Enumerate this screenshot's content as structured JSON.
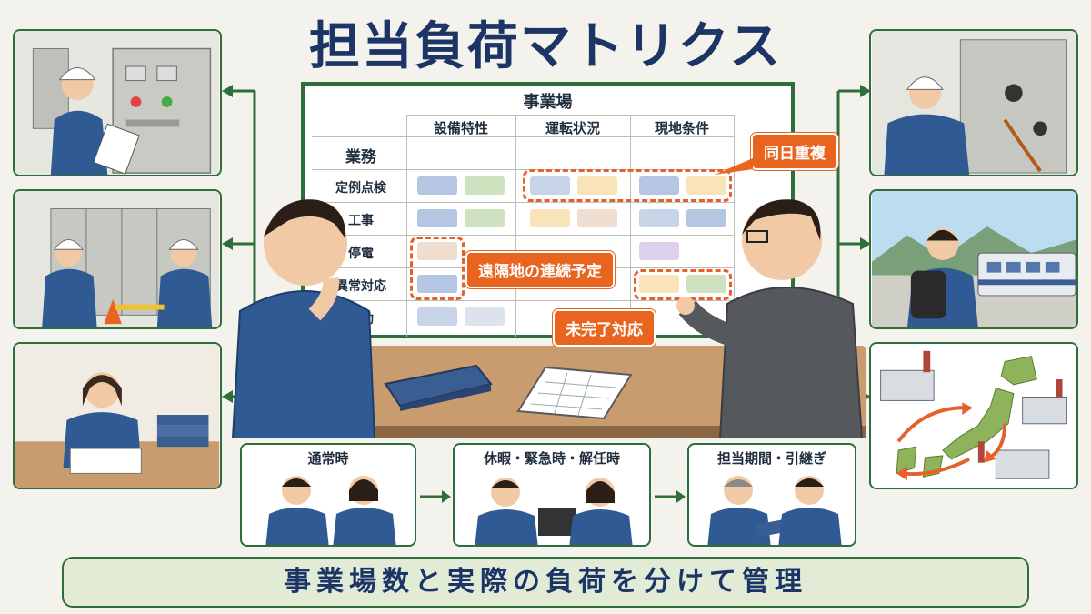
{
  "title": "担当負荷マトリクス",
  "matrix": {
    "header": "事業場",
    "row_header": "業務",
    "columns": [
      "設備特性",
      "運転状況",
      "現地条件"
    ],
    "rows": [
      "定例点検",
      "工事",
      "停電",
      "異常対応",
      "移動"
    ]
  },
  "callouts": {
    "same_day": "同日重複",
    "remote": "遠隔地の連続予定",
    "incomplete": "未完了対応"
  },
  "flow": {
    "normal": "通常時",
    "leave": "休暇・緊急時・解任時",
    "handover": "担当期間・引継ぎ"
  },
  "banner": "事業場数と実際の負荷を分けて管理",
  "colors": {
    "frame_green": "#2f6e3a",
    "title_navy": "#1c3566",
    "accent_orange": "#e8641f",
    "cell_blue": "#b4c6e2",
    "cell_green": "#cfe2c0",
    "cell_yellow": "#f8e4b8",
    "cell_beige": "#efddd0",
    "cell_purple": "#ddd0ea"
  },
  "icons": [
    "left-arrow-icon",
    "right-arrow-icon",
    "flow-arrow-icon",
    "japan-map-icon",
    "train-icon",
    "factory-icon"
  ]
}
